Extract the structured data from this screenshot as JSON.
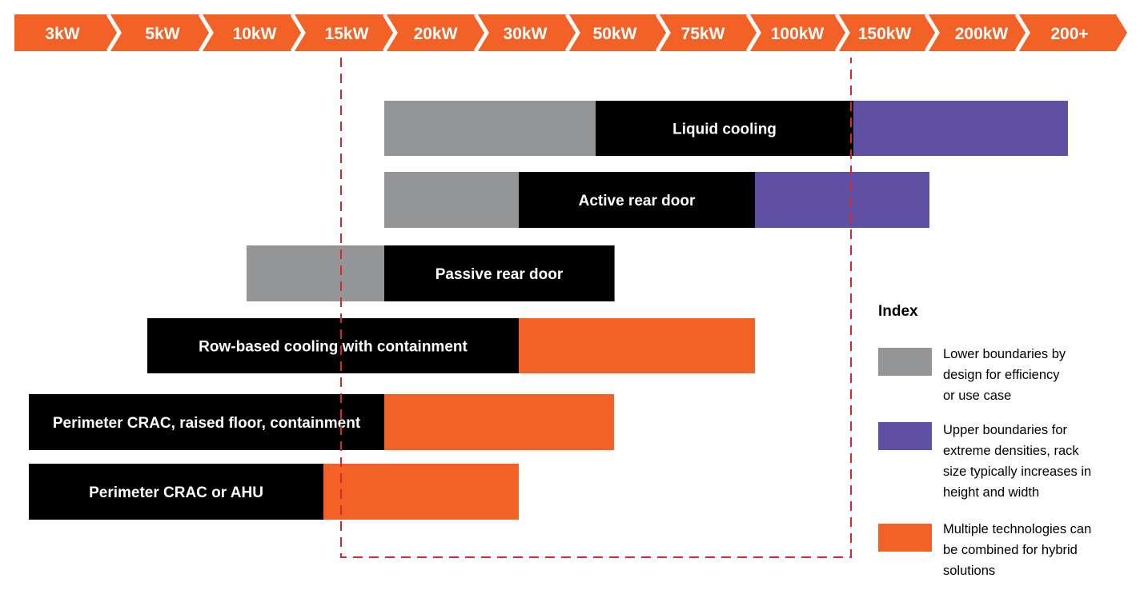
{
  "colors": {
    "orange": "#f26227",
    "gray": "#949597",
    "black": "#000000",
    "purple": "#5f50a3",
    "dash": "#d9262e",
    "white": "#ffffff"
  },
  "density_scale": {
    "steps": [
      "3kW",
      "5kW",
      "10kW",
      "15kW",
      "20kW",
      "30kW",
      "50kW",
      "75kW",
      "100kW",
      "150kW",
      "200kW",
      "200+"
    ],
    "highlight_range": [
      "15kW",
      "150kW"
    ]
  },
  "technologies": [
    {
      "label": "Liquid cooling",
      "segments": [
        {
          "kind": "lower",
          "from": 20,
          "to": 45
        },
        {
          "kind": "core",
          "from": 45,
          "to": 150
        },
        {
          "kind": "upper",
          "from": 150,
          "to": 240
        }
      ]
    },
    {
      "label": "Active rear door",
      "segments": [
        {
          "kind": "lower",
          "from": 20,
          "to": 30
        },
        {
          "kind": "core",
          "from": 30,
          "to": 90
        },
        {
          "kind": "upper",
          "from": 90,
          "to": 175
        }
      ]
    },
    {
      "label": "Passive rear door",
      "segments": [
        {
          "kind": "lower",
          "from": 10,
          "to": 20
        },
        {
          "kind": "core",
          "from": 20,
          "to": 50
        }
      ]
    },
    {
      "label": "Row-based cooling with containment",
      "segments": [
        {
          "kind": "core",
          "from": 5,
          "to": 30
        },
        {
          "kind": "hybrid",
          "from": 30,
          "to": 90
        }
      ]
    },
    {
      "label": "Perimeter CRAC, raised floor, containment",
      "segments": [
        {
          "kind": "core",
          "from": 3,
          "to": 20
        },
        {
          "kind": "hybrid",
          "from": 20,
          "to": 50
        }
      ]
    },
    {
      "label": "Perimeter CRAC or AHU",
      "segments": [
        {
          "kind": "core",
          "from": 3,
          "to": 15
        },
        {
          "kind": "hybrid",
          "from": 15,
          "to": 30
        }
      ]
    }
  ],
  "legend": {
    "title": "Index",
    "items": [
      {
        "kind": "lower",
        "lines": [
          "Lower boundaries by",
          "design for efficiency",
          "or use case"
        ]
      },
      {
        "kind": "upper",
        "lines": [
          "Upper boundaries for",
          "extreme densities, rack",
          "size typically increases in",
          "height and width"
        ]
      },
      {
        "kind": "hybrid",
        "lines": [
          "Multiple technologies can",
          "be combined for hybrid",
          "solutions"
        ]
      }
    ]
  }
}
